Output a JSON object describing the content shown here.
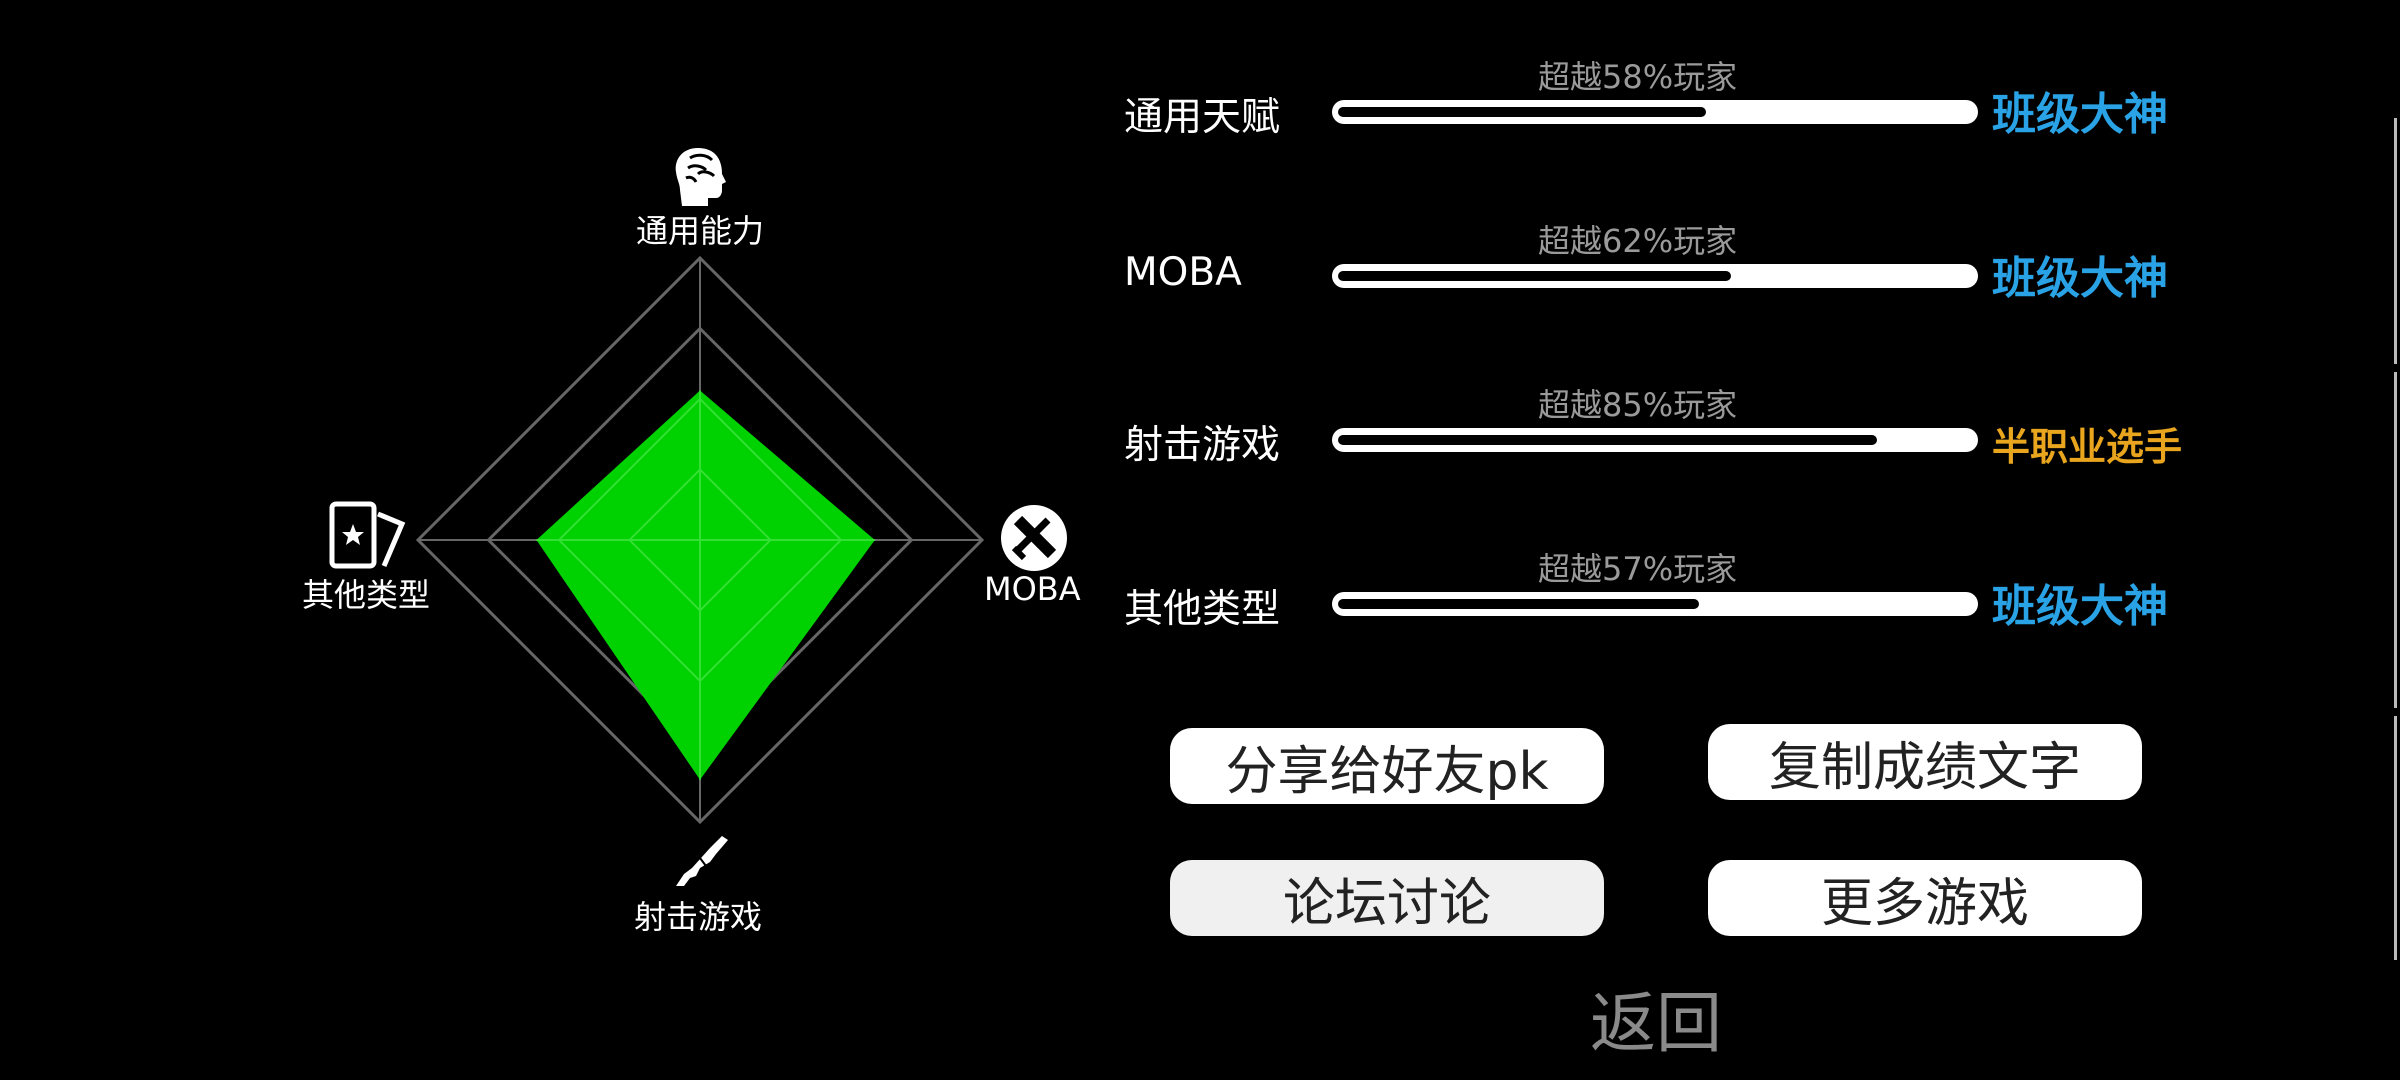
{
  "radar": {
    "axes": [
      {
        "label": "通用能力",
        "icon": "brain-head-icon",
        "value": 0.53
      },
      {
        "label": "MOBA",
        "icon": "crossed-swords-icon",
        "value": 0.62
      },
      {
        "label": "射击游戏",
        "icon": "rifle-icon",
        "value": 0.85
      },
      {
        "label": "其他类型",
        "icon": "card-star-icon",
        "value": 0.58
      }
    ],
    "fill_color": "#00d100",
    "grid_color": "#666666"
  },
  "stats": [
    {
      "name": "通用天赋",
      "percent_text": "超越58%玩家",
      "value": 0.58,
      "rank": "班级大神",
      "rank_color": "#2aa3e6"
    },
    {
      "name": "MOBA",
      "percent_text": "超越62%玩家",
      "value": 0.62,
      "rank": "班级大神",
      "rank_color": "#2aa3e6"
    },
    {
      "name": "射击游戏",
      "percent_text": "超越85%玩家",
      "value": 0.85,
      "rank": "半职业选手",
      "rank_color": "#e8a51d"
    },
    {
      "name": "其他类型",
      "percent_text": "超越57%玩家",
      "value": 0.57,
      "rank": "班级大神",
      "rank_color": "#2aa3e6"
    }
  ],
  "buttons": {
    "share": "分享给好友pk",
    "copy": "复制成绩文字",
    "forum": "论坛讨论",
    "more": "更多游戏"
  },
  "back": "返回"
}
